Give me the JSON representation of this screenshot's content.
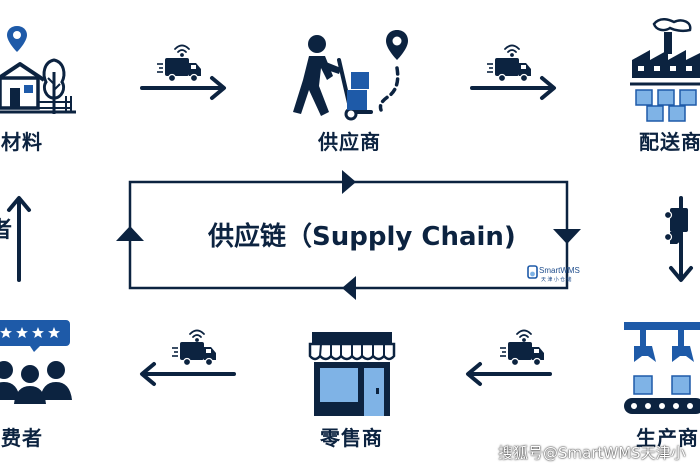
{
  "colors": {
    "navy": "#0c2340",
    "blue": "#1e5aa8",
    "light_blue": "#7fb3e6",
    "white": "#ffffff"
  },
  "nodes": {
    "raw_materials": {
      "label": "原材料",
      "icon": "house-tree-location-icon"
    },
    "supplier": {
      "label": "供应商",
      "icon": "worker-hand-truck-icon"
    },
    "distributor": {
      "label": "配送商",
      "icon": "factory-boxes-icon"
    },
    "manufacturer": {
      "label": "生产商",
      "icon": "robotic-assembly-line-icon"
    },
    "retailer": {
      "label": "零售商",
      "icon": "storefront-icon"
    },
    "consumer": {
      "label": "消费者",
      "icon": "customers-rating-icon"
    }
  },
  "center": {
    "title": "供应链（Supply Chain)"
  },
  "logo": {
    "name": "SmartWMS",
    "sub": "天 津 小 仓 储"
  },
  "left_vertical_text": "者",
  "watermark": "搜狐号@SmartWMS天津小"
}
